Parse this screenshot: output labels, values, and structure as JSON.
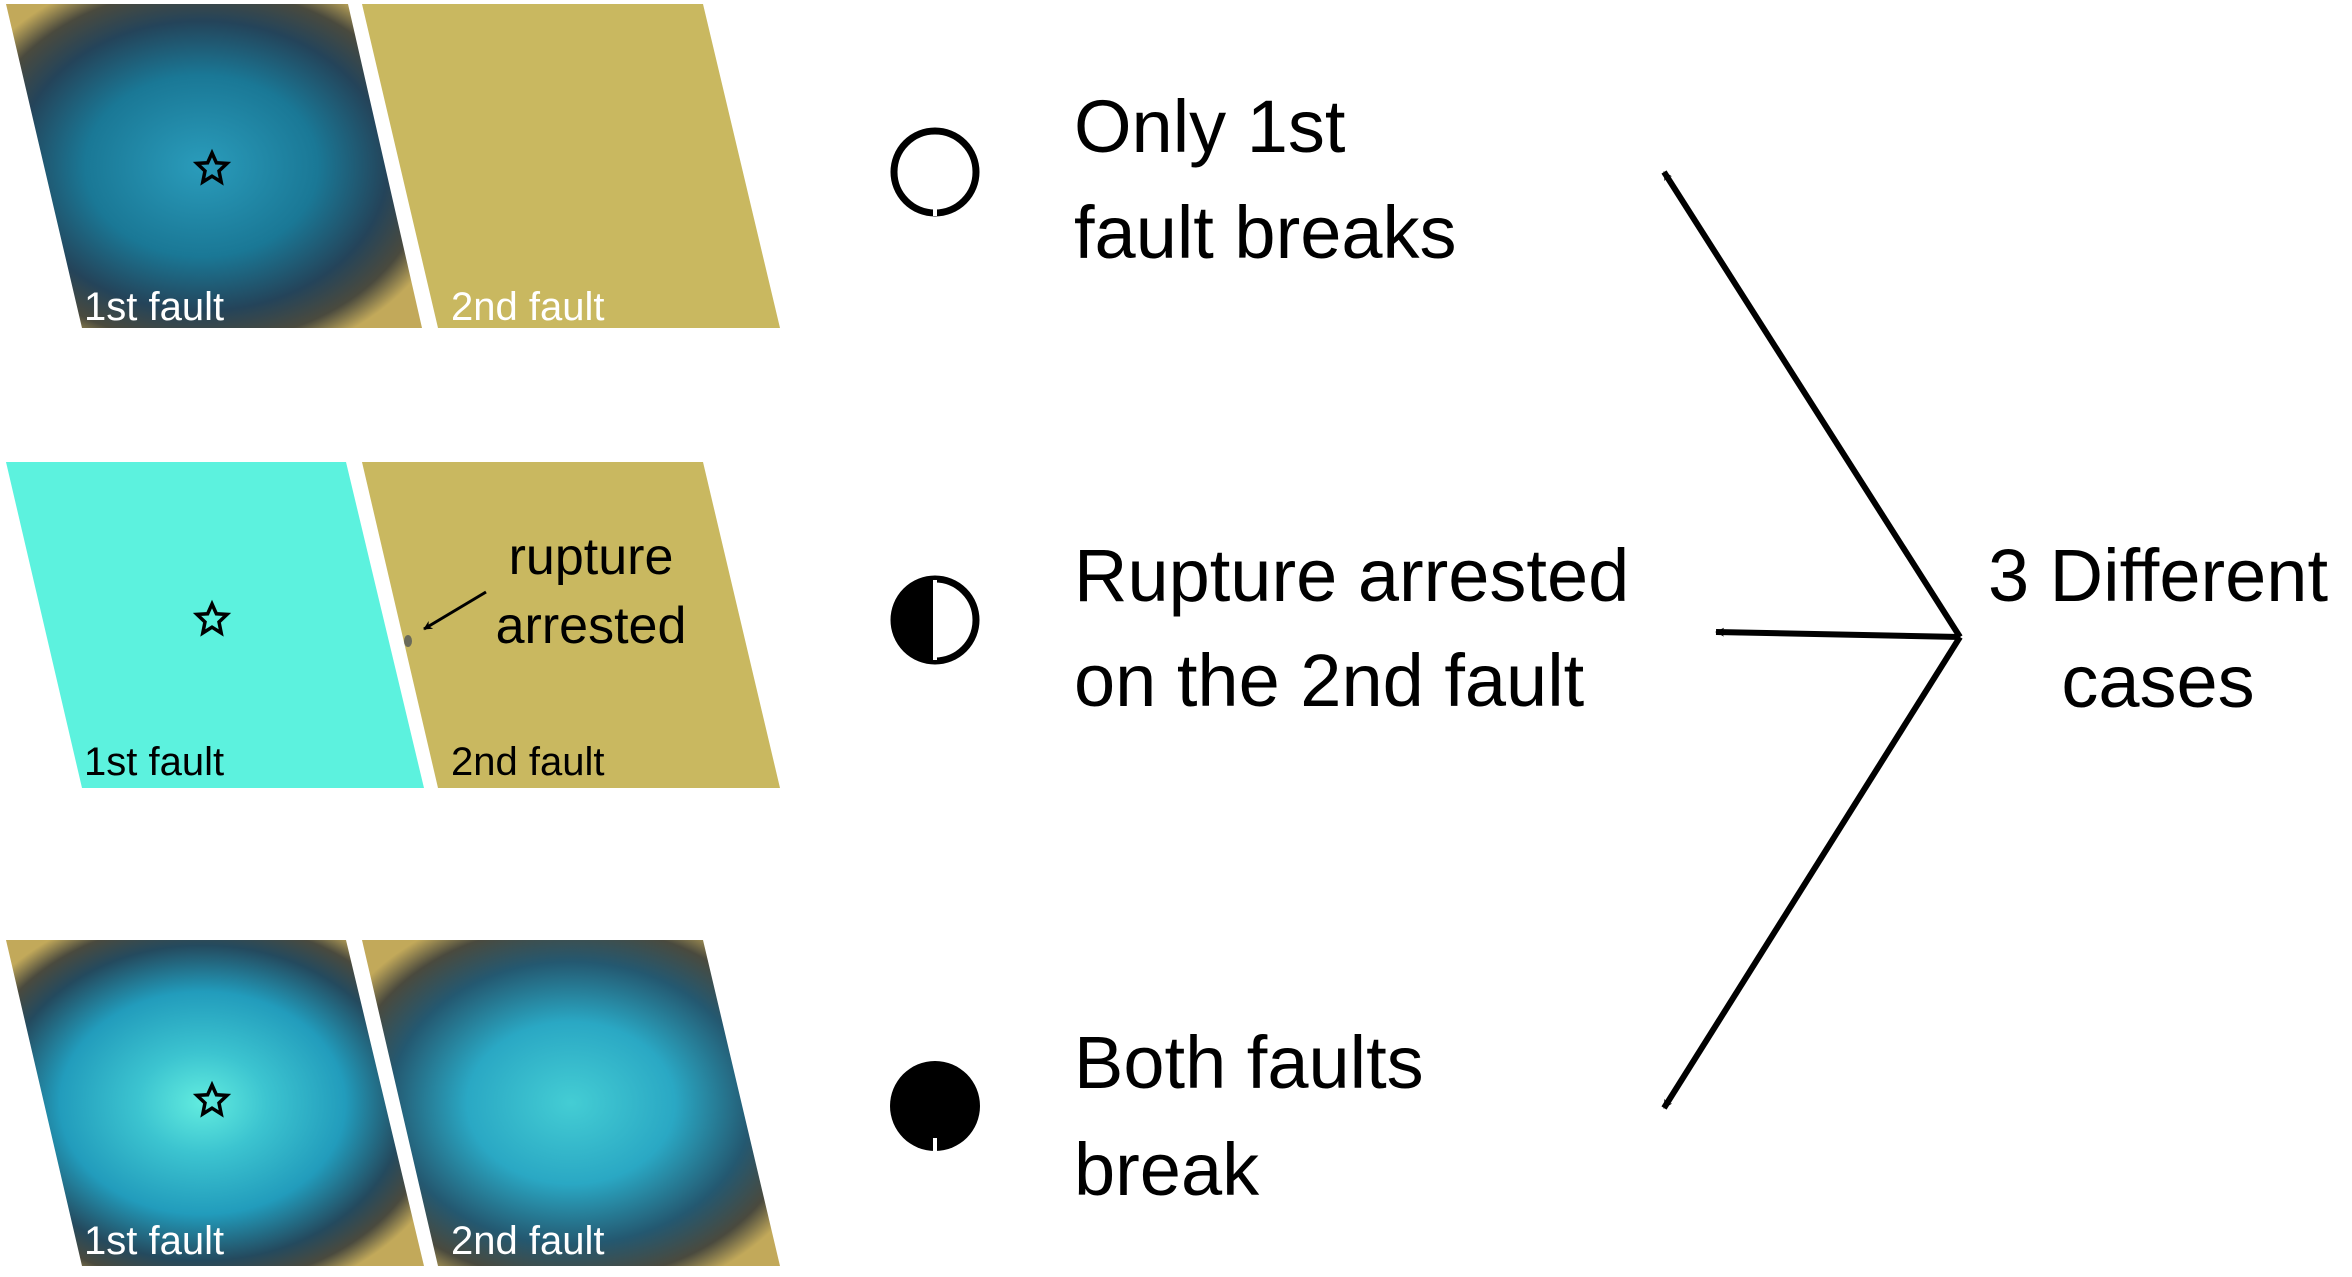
{
  "panels": {
    "first_fault_label": "1st fault",
    "second_fault_label": "2nd fault",
    "annotation_line1": "rupture",
    "annotation_line2": "arrested"
  },
  "cases": [
    {
      "symbol": "open-circle-icon",
      "line1": "Only 1st",
      "line2": "fault breaks"
    },
    {
      "symbol": "half-filled-circle-icon",
      "line1": "Rupture arrested",
      "line2": "on the 2nd fault"
    },
    {
      "symbol": "filled-circle-icon",
      "line1": "Both faults",
      "line2": "break"
    }
  ],
  "summary": {
    "line1": "3 Different",
    "line2": "cases"
  },
  "colors": {
    "fault_unbroken": "#c9b860",
    "fault_edge": "#7a6a2e",
    "slip_mid": "#1e7f9c",
    "slip_high": "#4fd3d3",
    "arrested_fill": "#5cf2de",
    "ink": "#000000"
  }
}
